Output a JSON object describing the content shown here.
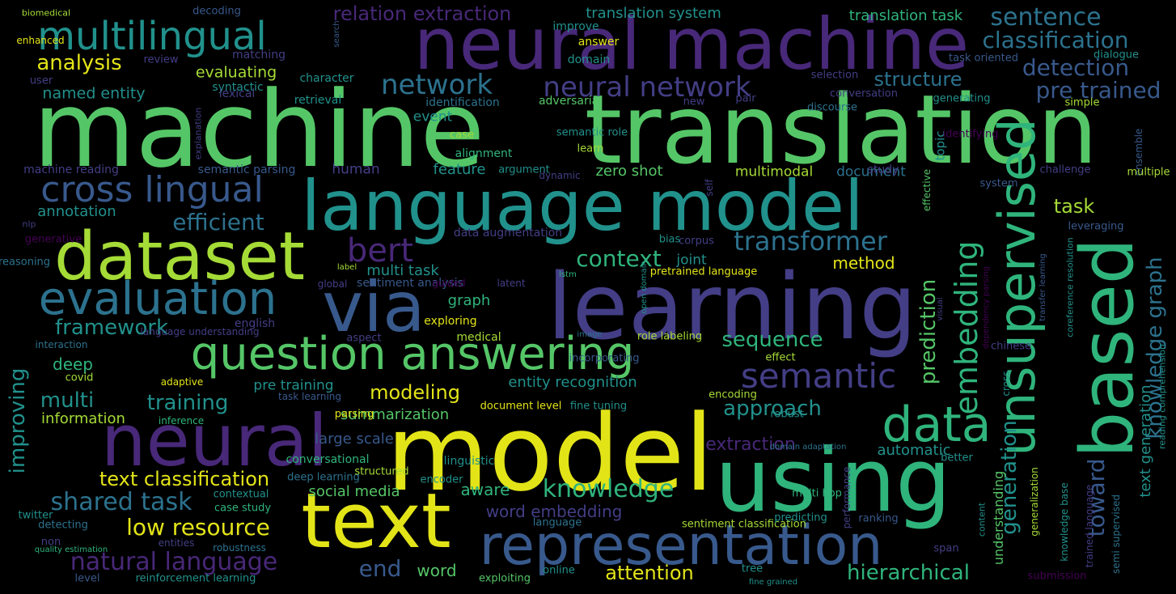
{
  "palette": {
    "yellow": "#e3e418",
    "lime": "#a5db36",
    "green": "#55c667",
    "emerald": "#2fb47c",
    "teal": "#21918c",
    "cyan": "#25848e",
    "steel": "#2c728e",
    "blue": "#38598c",
    "indigo": "#433e85",
    "purple": "#482878",
    "violet": "#440154"
  },
  "words": [
    {
      "text": "machine",
      "c": "green"
    },
    {
      "text": "translation",
      "c": "green"
    },
    {
      "text": "neural machine",
      "c": "purple"
    },
    {
      "text": "learning",
      "c": "indigo"
    },
    {
      "text": "language model",
      "c": "teal"
    },
    {
      "text": "model",
      "c": "yellow"
    },
    {
      "text": "using",
      "c": "emerald"
    },
    {
      "text": "based",
      "c": "emerald"
    },
    {
      "text": "neural",
      "c": "purple"
    },
    {
      "text": "text",
      "c": "yellow"
    },
    {
      "text": "dataset",
      "c": "lime"
    },
    {
      "text": "via",
      "c": "blue"
    },
    {
      "text": "representation",
      "c": "blue"
    },
    {
      "text": "question answering",
      "c": "green"
    },
    {
      "text": "evaluation",
      "c": "steel"
    },
    {
      "text": "data",
      "c": "emerald"
    },
    {
      "text": "unsupervised",
      "c": "emerald"
    },
    {
      "text": "cross lingual",
      "c": "blue"
    },
    {
      "text": "multilingual",
      "c": "teal"
    },
    {
      "text": "semantic",
      "c": "indigo"
    },
    {
      "text": "embedding",
      "c": "emerald"
    },
    {
      "text": "knowledge graph",
      "c": "steel"
    },
    {
      "text": "bert",
      "c": "purple"
    },
    {
      "text": "network",
      "c": "steel"
    },
    {
      "text": "neural network",
      "c": "indigo"
    },
    {
      "text": "transformer",
      "c": "steel"
    },
    {
      "text": "sentence",
      "c": "steel"
    },
    {
      "text": "classification",
      "c": "steel"
    },
    {
      "text": "detection",
      "c": "blue"
    },
    {
      "text": "pre trained",
      "c": "blue"
    },
    {
      "text": "structure",
      "c": "steel"
    },
    {
      "text": "relation extraction",
      "c": "purple"
    },
    {
      "text": "translation system",
      "c": "teal"
    },
    {
      "text": "translation task",
      "c": "emerald"
    },
    {
      "text": "analysis",
      "c": "yellow"
    },
    {
      "text": "named entity",
      "c": "teal"
    },
    {
      "text": "evaluating",
      "c": "lime"
    },
    {
      "text": "efficient",
      "c": "steel"
    },
    {
      "text": "annotation",
      "c": "teal"
    },
    {
      "text": "framework",
      "c": "teal"
    },
    {
      "text": "improving",
      "c": "teal"
    },
    {
      "text": "multi",
      "c": "teal"
    },
    {
      "text": "deep",
      "c": "emerald"
    },
    {
      "text": "training",
      "c": "teal"
    },
    {
      "text": "information",
      "c": "lime"
    },
    {
      "text": "text classification",
      "c": "yellow"
    },
    {
      "text": "shared task",
      "c": "steel"
    },
    {
      "text": "low resource",
      "c": "yellow"
    },
    {
      "text": "natural language",
      "c": "purple"
    },
    {
      "text": "context",
      "c": "emerald"
    },
    {
      "text": "method",
      "c": "yellow"
    },
    {
      "text": "joint",
      "c": "teal"
    },
    {
      "text": "sequence",
      "c": "emerald"
    },
    {
      "text": "prediction",
      "c": "green"
    },
    {
      "text": "generation",
      "c": "teal"
    },
    {
      "text": "task",
      "c": "lime"
    },
    {
      "text": "toward",
      "c": "blue"
    },
    {
      "text": "text generation",
      "c": "teal"
    },
    {
      "text": "approach",
      "c": "teal"
    },
    {
      "text": "modeling",
      "c": "yellow"
    },
    {
      "text": "extraction",
      "c": "purple"
    },
    {
      "text": "automatic",
      "c": "teal"
    },
    {
      "text": "knowledge",
      "c": "emerald"
    },
    {
      "text": "word embedding",
      "c": "indigo"
    },
    {
      "text": "end",
      "c": "blue"
    },
    {
      "text": "word",
      "c": "green"
    },
    {
      "text": "attention",
      "c": "yellow"
    },
    {
      "text": "hierarchical",
      "c": "emerald"
    },
    {
      "text": "understanding",
      "c": "green"
    },
    {
      "text": "summarization",
      "c": "green"
    },
    {
      "text": "large scale",
      "c": "blue"
    },
    {
      "text": "social media",
      "c": "green"
    },
    {
      "text": "aware",
      "c": "emerald"
    },
    {
      "text": "entity recognition",
      "c": "teal"
    },
    {
      "text": "pre training",
      "c": "teal"
    },
    {
      "text": "multi task",
      "c": "teal"
    },
    {
      "text": "graph",
      "c": "emerald"
    },
    {
      "text": "feature",
      "c": "teal"
    },
    {
      "text": "zero shot",
      "c": "green"
    },
    {
      "text": "human",
      "c": "indigo"
    },
    {
      "text": "multimodal",
      "c": "lime"
    },
    {
      "text": "document",
      "c": "steel"
    },
    {
      "text": "event",
      "c": "teal"
    },
    {
      "text": "topic",
      "c": "teal"
    },
    {
      "text": "english",
      "c": "indigo"
    },
    {
      "text": "sentiment analysis",
      "c": "blue"
    },
    {
      "text": "exploring",
      "c": "yellow"
    },
    {
      "text": "medical",
      "c": "lime"
    },
    {
      "text": "conversational",
      "c": "emerald"
    },
    {
      "text": "linguistic",
      "c": "teal"
    },
    {
      "text": "data augmentation",
      "c": "indigo"
    },
    {
      "text": "alignment",
      "c": "emerald"
    },
    {
      "text": "adversarial",
      "c": "green"
    },
    {
      "text": "identification",
      "c": "steel"
    },
    {
      "text": "retrieval",
      "c": "teal"
    },
    {
      "text": "character",
      "c": "teal"
    },
    {
      "text": "syntactic",
      "c": "teal"
    },
    {
      "text": "lexical",
      "c": "indigo"
    },
    {
      "text": "matching",
      "c": "indigo"
    },
    {
      "text": "improve",
      "c": "teal"
    },
    {
      "text": "answer",
      "c": "yellow"
    },
    {
      "text": "domain",
      "c": "teal"
    },
    {
      "text": "search",
      "c": "blue"
    },
    {
      "text": "review",
      "c": "indigo"
    },
    {
      "text": "user",
      "c": "indigo"
    },
    {
      "text": "biomedical",
      "c": "lime"
    },
    {
      "text": "decoding",
      "c": "blue"
    },
    {
      "text": "task oriented",
      "c": "blue"
    },
    {
      "text": "dialogue",
      "c": "teal"
    },
    {
      "text": "selection",
      "c": "indigo"
    },
    {
      "text": "conversation",
      "c": "indigo"
    },
    {
      "text": "generating",
      "c": "teal"
    },
    {
      "text": "simple",
      "c": "lime"
    },
    {
      "text": "discourse",
      "c": "steel"
    },
    {
      "text": "pair",
      "c": "indigo"
    },
    {
      "text": "new",
      "c": "indigo"
    },
    {
      "text": "semantic role",
      "c": "teal"
    },
    {
      "text": "learn",
      "c": "lime"
    },
    {
      "text": "case",
      "c": "lime"
    },
    {
      "text": "identifying",
      "c": "violet"
    },
    {
      "text": "ensemble",
      "c": "blue"
    },
    {
      "text": "explanation",
      "c": "indigo"
    },
    {
      "text": "machine reading",
      "c": "indigo"
    },
    {
      "text": "semantic parsing",
      "c": "blue"
    },
    {
      "text": "argument",
      "c": "teal"
    },
    {
      "text": "dynamic",
      "c": "indigo"
    },
    {
      "text": "self",
      "c": "indigo"
    },
    {
      "text": "study",
      "c": "indigo"
    },
    {
      "text": "challenge",
      "c": "indigo"
    },
    {
      "text": "multiple",
      "c": "lime"
    },
    {
      "text": "system",
      "c": "blue"
    },
    {
      "text": "effective",
      "c": "green"
    },
    {
      "text": "nlp",
      "c": "indigo"
    },
    {
      "text": "generative",
      "c": "violet"
    },
    {
      "text": "corpus",
      "c": "indigo"
    },
    {
      "text": "bias",
      "c": "teal"
    },
    {
      "text": "leveraging",
      "c": "blue"
    },
    {
      "text": "reasoning",
      "c": "steel"
    },
    {
      "text": "label",
      "c": "lime"
    },
    {
      "text": "global",
      "c": "indigo"
    },
    {
      "text": "guided",
      "c": "violet"
    },
    {
      "text": "latent",
      "c": "indigo"
    },
    {
      "text": "lstm",
      "c": "emerald"
    },
    {
      "text": "pretrained language",
      "c": "yellow"
    },
    {
      "text": "open domain",
      "c": "teal"
    },
    {
      "text": "visual",
      "c": "indigo"
    },
    {
      "text": "dependency parsing",
      "c": "violet"
    },
    {
      "text": "transfer learning",
      "c": "blue"
    },
    {
      "text": "coreference resolution",
      "c": "teal"
    },
    {
      "text": "reading comprehension",
      "c": "teal"
    },
    {
      "text": "language understanding",
      "c": "indigo"
    },
    {
      "text": "aspect",
      "c": "indigo"
    },
    {
      "text": "interaction",
      "c": "steel"
    },
    {
      "text": "image",
      "c": "steel"
    },
    {
      "text": "role labeling",
      "c": "lime"
    },
    {
      "text": "effect",
      "c": "lime"
    },
    {
      "text": "chinese",
      "c": "indigo"
    },
    {
      "text": "cross",
      "c": "teal"
    },
    {
      "text": "incorporating",
      "c": "blue"
    },
    {
      "text": "covid",
      "c": "lime"
    },
    {
      "text": "adaptive",
      "c": "yellow"
    },
    {
      "text": "task learning",
      "c": "blue"
    },
    {
      "text": "encoding",
      "c": "lime"
    },
    {
      "text": "inference",
      "c": "emerald"
    },
    {
      "text": "document level",
      "c": "yellow"
    },
    {
      "text": "fine tuning",
      "c": "teal"
    },
    {
      "text": "parsing",
      "c": "yellow"
    },
    {
      "text": "robust",
      "c": "teal"
    },
    {
      "text": "domain adaptation",
      "c": "steel"
    },
    {
      "text": "better",
      "c": "teal"
    },
    {
      "text": "content",
      "c": "teal"
    },
    {
      "text": "generalization",
      "c": "lime"
    },
    {
      "text": "knowledge base",
      "c": "teal"
    },
    {
      "text": "trained language",
      "c": "indigo"
    },
    {
      "text": "semi supervised",
      "c": "steel"
    },
    {
      "text": "deep learning",
      "c": "steel"
    },
    {
      "text": "structured",
      "c": "lime"
    },
    {
      "text": "encoder",
      "c": "teal"
    },
    {
      "text": "contextual",
      "c": "teal"
    },
    {
      "text": "case study",
      "c": "emerald"
    },
    {
      "text": "twitter",
      "c": "teal"
    },
    {
      "text": "detecting",
      "c": "steel"
    },
    {
      "text": "non",
      "c": "indigo"
    },
    {
      "text": "quality estimation",
      "c": "emerald"
    },
    {
      "text": "entities",
      "c": "indigo"
    },
    {
      "text": "robustness",
      "c": "steel"
    },
    {
      "text": "language",
      "c": "steel"
    },
    {
      "text": "sentiment classification",
      "c": "lime"
    },
    {
      "text": "predicting",
      "c": "teal"
    },
    {
      "text": "ranking",
      "c": "blue"
    },
    {
      "text": "performance",
      "c": "indigo"
    },
    {
      "text": "multi hop",
      "c": "emerald"
    },
    {
      "text": "span",
      "c": "indigo"
    },
    {
      "text": "level",
      "c": "blue"
    },
    {
      "text": "reinforcement learning",
      "c": "teal"
    },
    {
      "text": "exploiting",
      "c": "green"
    },
    {
      "text": "online",
      "c": "teal"
    },
    {
      "text": "tree",
      "c": "teal"
    },
    {
      "text": "fine grained",
      "c": "teal"
    },
    {
      "text": "submission",
      "c": "violet"
    },
    {
      "text": "enhanced",
      "c": "yellow"
    }
  ]
}
